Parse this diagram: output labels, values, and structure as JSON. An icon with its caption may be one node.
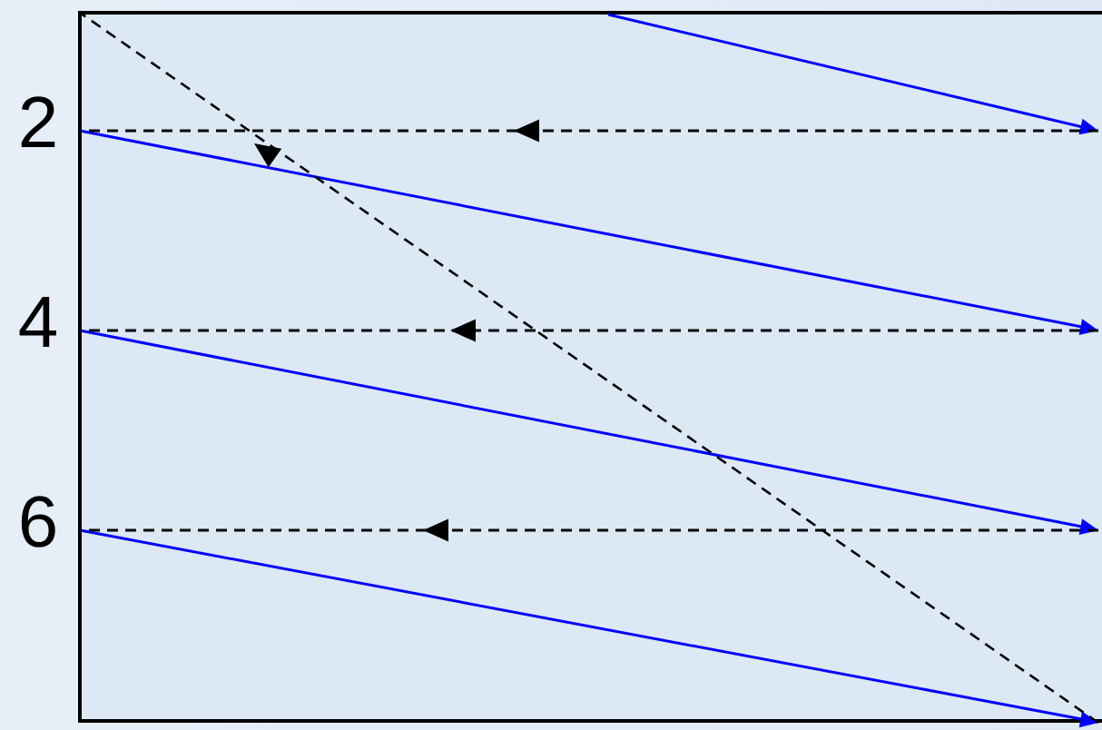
{
  "diagram": {
    "labels": [
      "2",
      "4",
      "6"
    ]
  }
}
